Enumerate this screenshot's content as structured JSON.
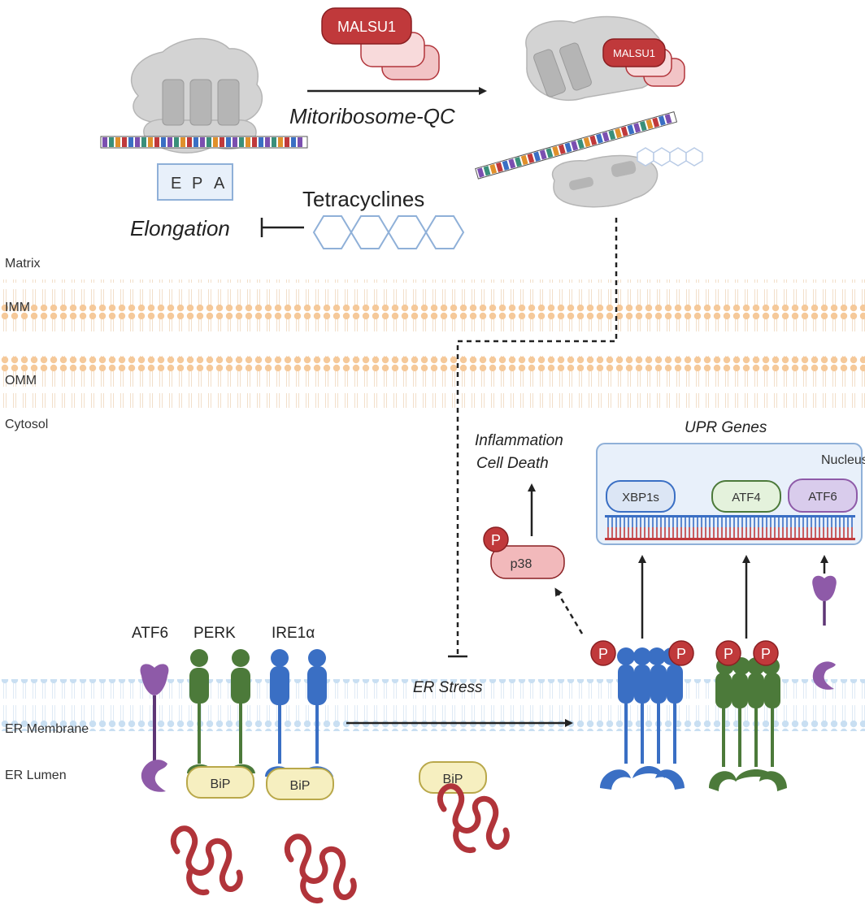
{
  "title": "",
  "compartments": {
    "matrix": "Matrix",
    "imm": "IMM",
    "omm": "OMM",
    "cytosol": "Cytosol",
    "er_membrane": "ER Membrane",
    "er_lumen": "ER Lumen"
  },
  "mito": {
    "site_labels": [
      "E",
      "P",
      "A"
    ],
    "malsu1": "MALSU1",
    "malsu1_small": "MALSU1",
    "mitoribosome_qc": "Mitoribosome-QC",
    "tetracyclines": "Tetracyclines",
    "elongation": "Elongation"
  },
  "er": {
    "atf6": "ATF6",
    "perk": "PERK",
    "ire1a": "IRE1α",
    "bip_1": "BiP",
    "bip_2": "BiP",
    "bip_3": "BiP",
    "er_stress": "ER Stress",
    "p_label": "P"
  },
  "signaling": {
    "inflammation": "Inflammation",
    "cell_death": "Cell Death",
    "p38": "p38",
    "p": "P"
  },
  "nucleus": {
    "upr_genes": "UPR Genes",
    "nucleus": "Nucleus",
    "xbp1s": "XBP1s",
    "atf4": "ATF4",
    "atf6": "ATF6"
  },
  "colors": {
    "membrane_orange": "#f5c99a",
    "membrane_blue": "#c9dff2",
    "malsu1_red": "#c0393b",
    "malsu1_pink": "#f2c4c6",
    "perk_green": "#4c7a3a",
    "ire1_blue": "#3a6fc4",
    "atf6_purple": "#8e5aa8",
    "bip_yellow": "#f6efc0",
    "protein_red": "#b1343a",
    "ribosome_gray": "#d3d3d3",
    "nucleus_blue": "#e8f0fa"
  }
}
